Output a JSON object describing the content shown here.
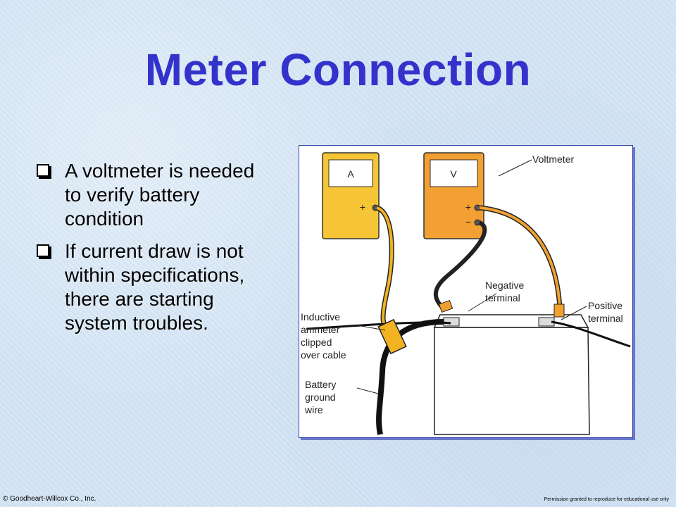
{
  "slide": {
    "title": "Meter Connection",
    "bullets": [
      "A voltmeter is needed to verify battery condition",
      "If current draw is not within specifications, there are starting system troubles."
    ]
  },
  "figure": {
    "labels": {
      "ammeter_face": "A",
      "voltmeter_face": "V",
      "plus1": "+",
      "plus2": "+",
      "minus2": "−",
      "voltmeter": "Voltmeter",
      "negative_line1": "Negative",
      "negative_line2": "terminal",
      "positive_line1": "Positive",
      "positive_line2": "terminal",
      "inductive_line1": "Inductive",
      "inductive_line2": "ammeter",
      "inductive_line3": "clipped",
      "inductive_line4": "over cable",
      "ground_line1": "Battery",
      "ground_line2": "ground",
      "ground_line3": "wire"
    },
    "colors": {
      "ammeter_body": "#f5c535",
      "voltmeter_body": "#f2a033",
      "yellow_lead": "#f2b322",
      "orange_lead": "#f0a030"
    }
  },
  "footer": {
    "copyright": "© Goodheart-Willcox Co., Inc.",
    "permission": "Permission granted to reproduce for educational use only"
  }
}
